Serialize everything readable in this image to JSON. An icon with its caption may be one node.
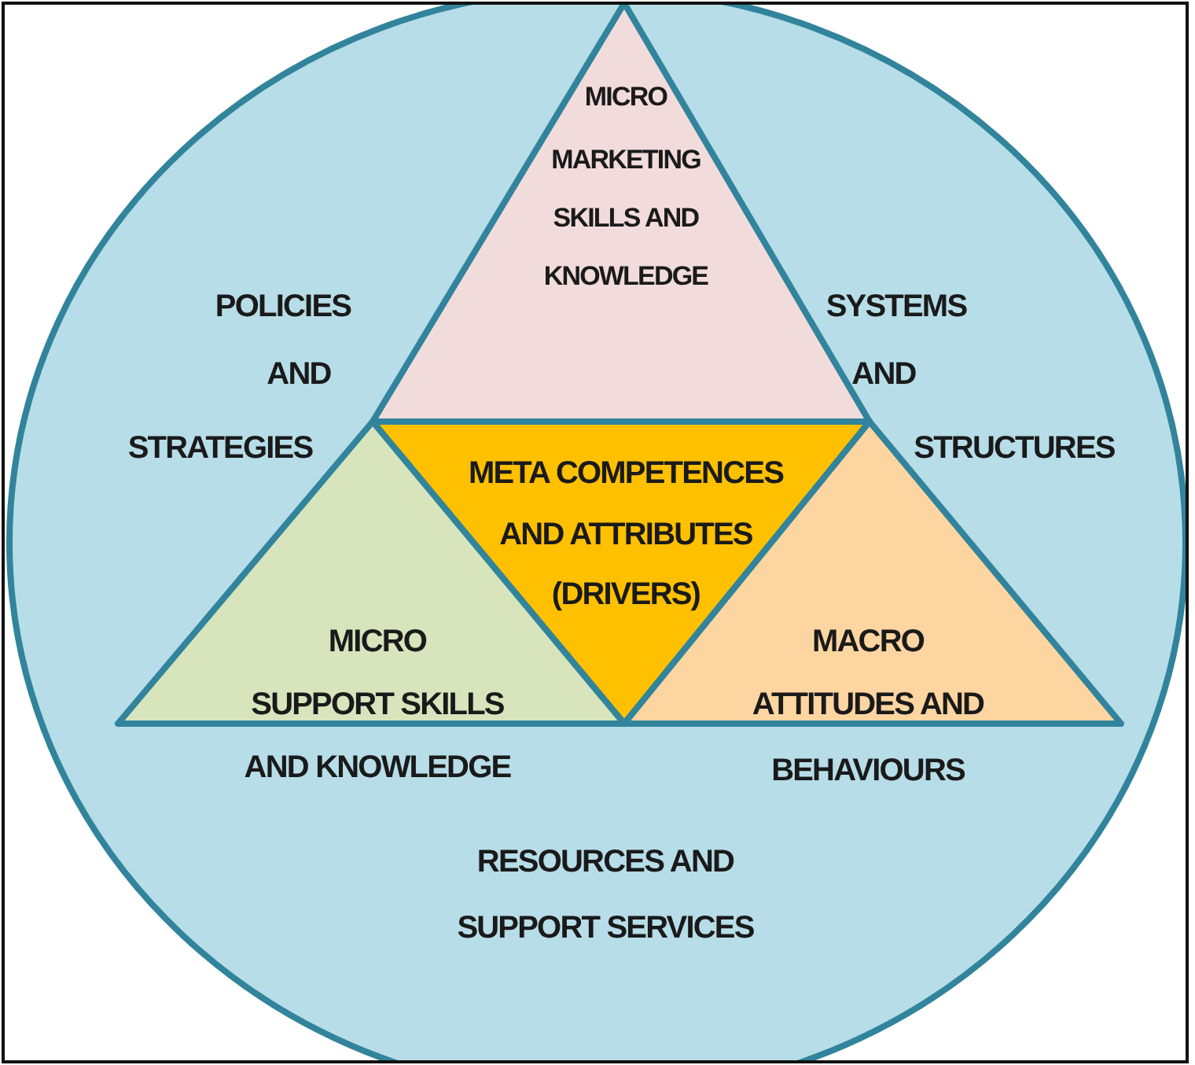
{
  "diagram": {
    "nodes": [
      {
        "text": [
          "POLICIES AND STRATEGIES",
          "SYSTEMS AND STRUCTURES",
          "RESOURCES AND SUPPORT SERVICES"
        ]
      },
      {
        "text": [
          "MICRO MARKETING SKILLS AND KNOWLEDGE"
        ],
        "in": 0
      },
      {
        "text": [
          "META COMPETENCES AND ATTRIBUTES (DRIVERS)"
        ],
        "in": 0
      },
      {
        "text": [
          "MICRO SUPPORT SKILLS AND KNOWLEDGE"
        ],
        "in": 0
      },
      {
        "text": [
          "MACRO ATTITUDES AND BEHAVIOURS"
        ],
        "in": 0
      }
    ]
  }
}
